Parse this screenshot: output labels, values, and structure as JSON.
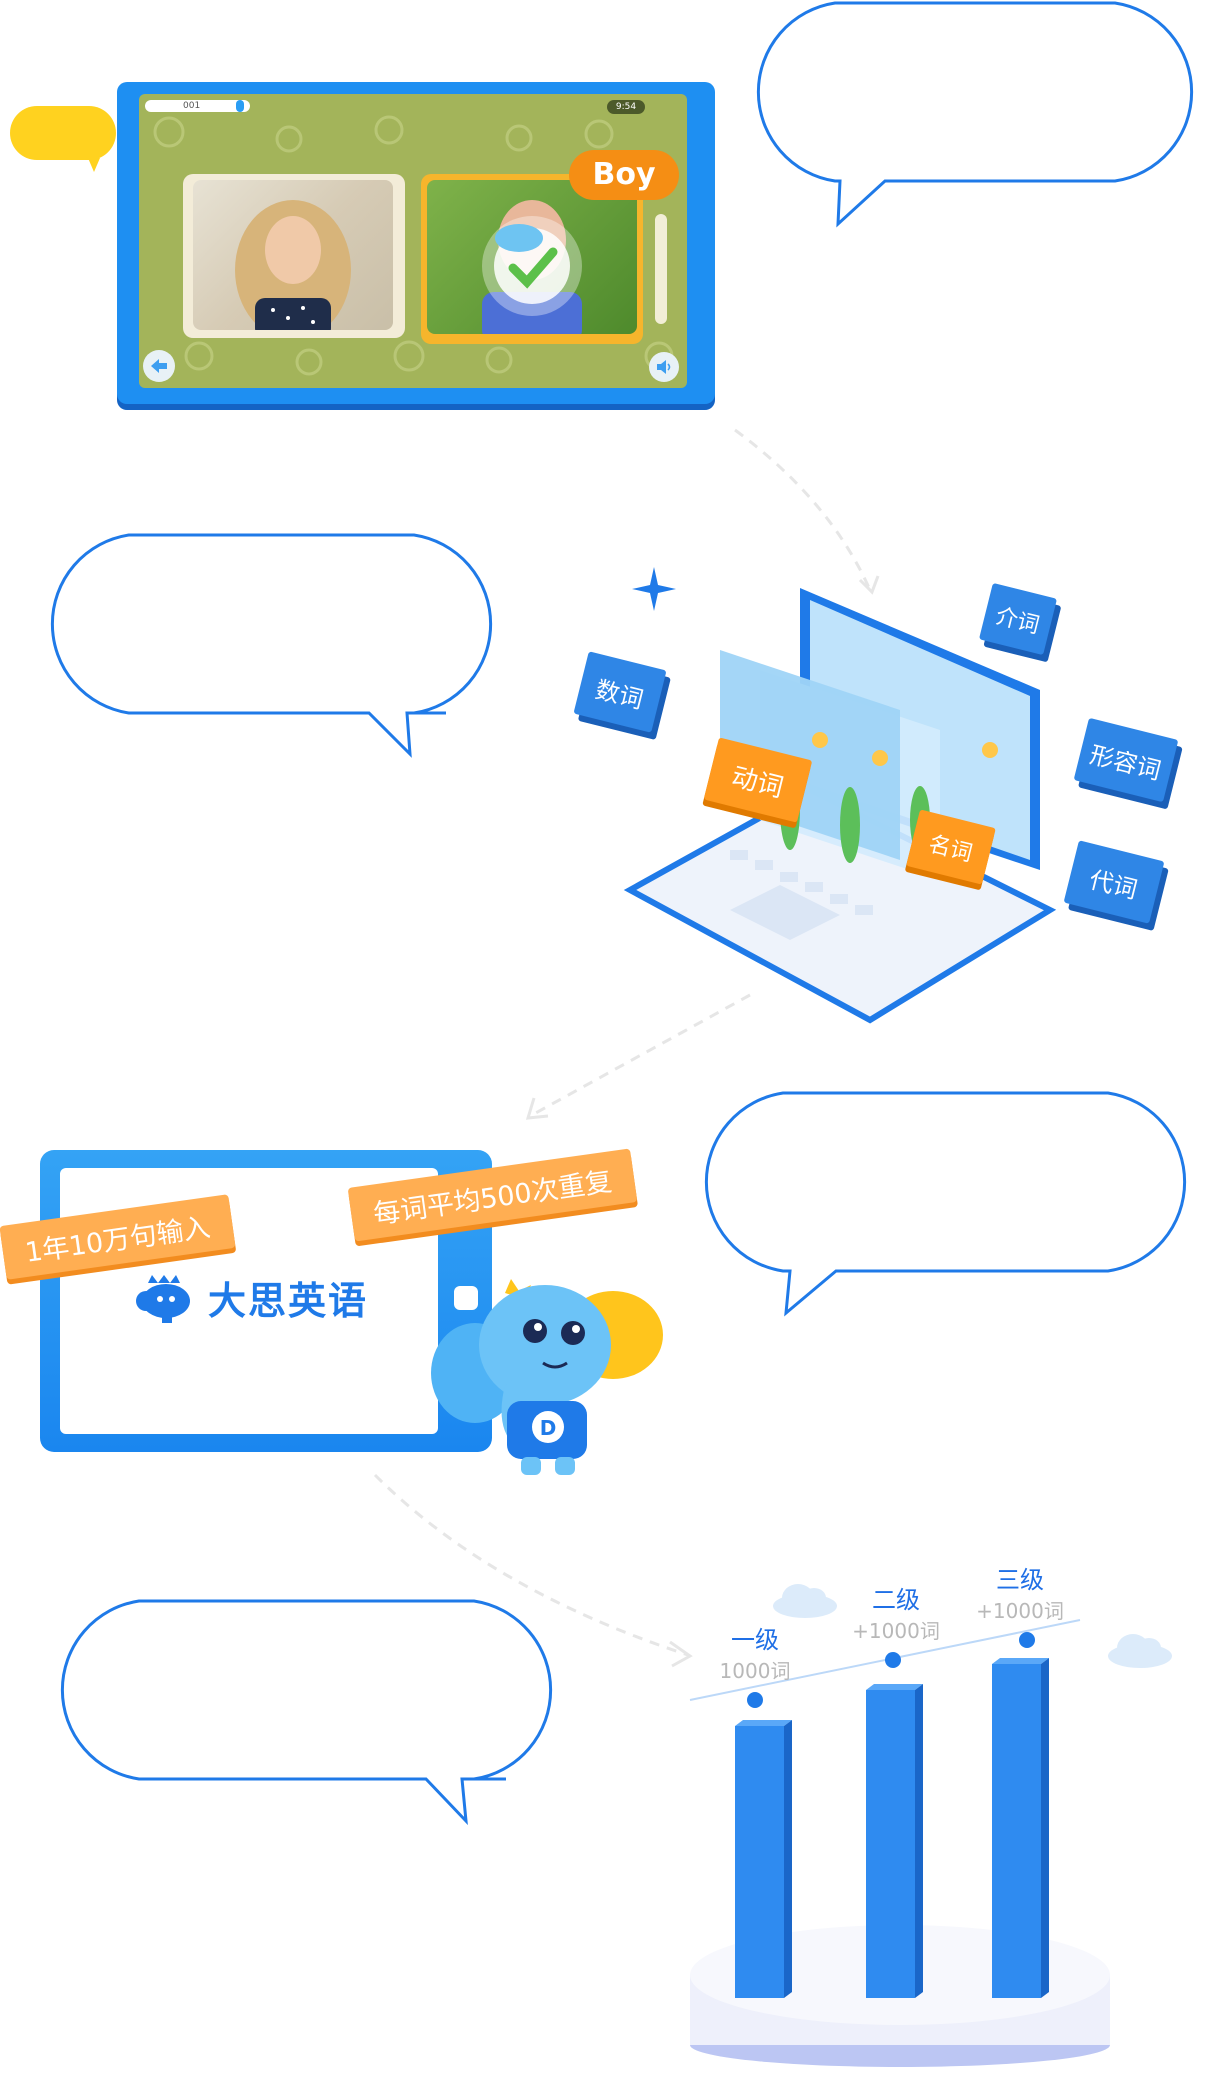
{
  "section1": {
    "progress_text": "001",
    "time_text": "9:54",
    "word_label": "Boy"
  },
  "section2": {
    "tags": [
      "介词",
      "数词",
      "形容词",
      "动词",
      "名词",
      "代词"
    ]
  },
  "section3": {
    "tag1": "1年10万句输入",
    "tag2": "每词平均500次重复",
    "brand_name": "大思英语",
    "mascot_letter": "D"
  },
  "section4": {
    "levels": [
      {
        "name": "一级",
        "words": "1000词"
      },
      {
        "name": "二级",
        "words": "+1000词"
      },
      {
        "name": "三级",
        "words": "+1000词"
      }
    ],
    "chart_colors": {
      "bar": "#2f8bf0",
      "bar_side": "#1a66c8",
      "point": "#1f7ae8"
    }
  },
  "colors": {
    "bubble_stroke": "#1f7ae8",
    "accent_orange": "#ff9a1f",
    "brand_blue": "#1f7ae8",
    "yellow_bubble": "#ffd21f",
    "app_green": "#a3b45a"
  }
}
